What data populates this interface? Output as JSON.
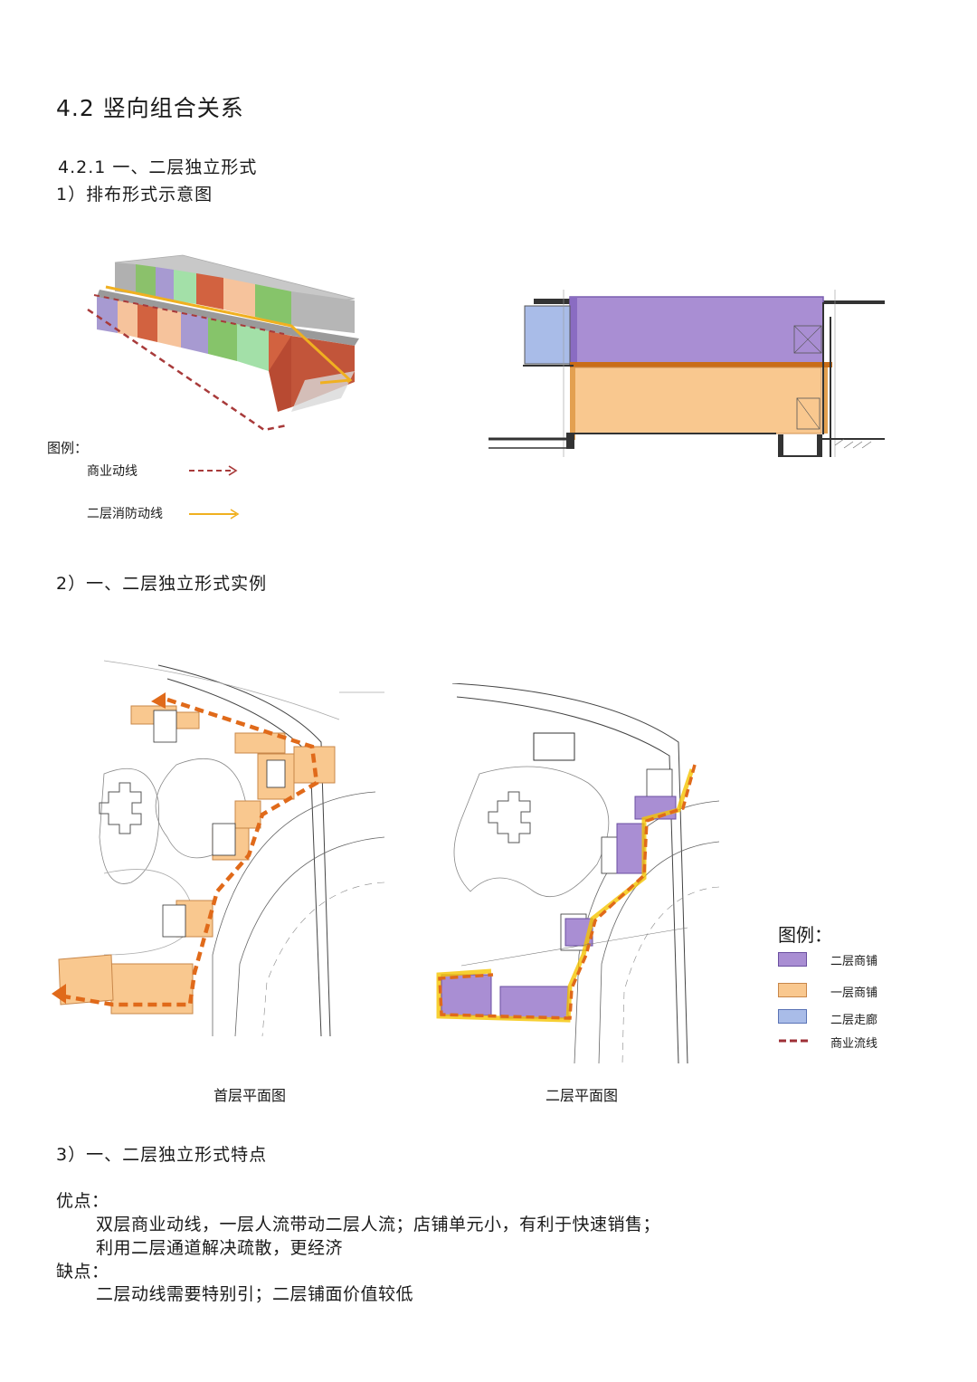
{
  "section_title": "4.2 竖向组合关系",
  "subsection_title": "4.2.1 一、二层独立形式",
  "item1_title": "1）排布形式示意图",
  "legend1": {
    "title": "图例：",
    "items": [
      {
        "label": "商业动线",
        "color": "#a83a3a"
      },
      {
        "label": "二层消防动线",
        "color": "#f0b020"
      }
    ]
  },
  "item2_title": "2）一、二层独立形式实例",
  "plans": {
    "first_floor_caption": "首层平面图",
    "second_floor_caption": "二层平面图"
  },
  "legend2": {
    "title": "图例：",
    "items": [
      {
        "label": "二层商铺",
        "color": "#a98ed3"
      },
      {
        "label": "一层商铺",
        "color": "#f9c88f"
      },
      {
        "label": "二层走廊",
        "color": "#a9bce8"
      },
      {
        "label": "商业流线",
        "color": "#9e2f36"
      }
    ]
  },
  "item3_title": "3）一、二层独立形式特点",
  "features": {
    "pros_label": "优点：",
    "pros_lines": [
      "双层商业动线，一层人流带动二层人流；店铺单元小，有利于快速销售；",
      "利用二层通道解决疏散，更经济"
    ],
    "cons_label": "缺点：",
    "cons_lines": [
      "二层动线需要特别引；二层铺面价值较低"
    ]
  }
}
